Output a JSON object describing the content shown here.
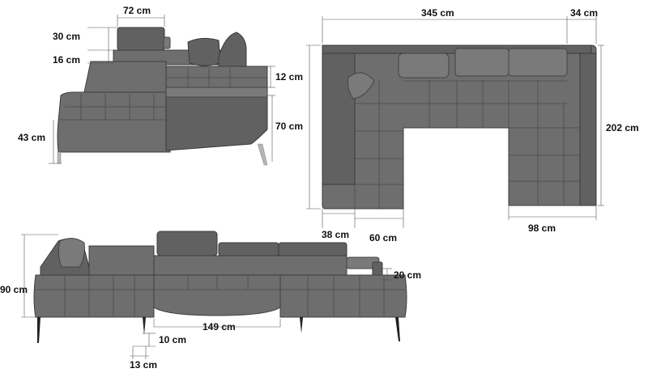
{
  "dimensions": {
    "side_headrest_width": "72 cm",
    "side_headrest_height": "30 cm",
    "side_headrest_drop": "16 cm",
    "side_backrest_top": "12 cm",
    "side_seat_height": "43 cm",
    "side_total_height": "70 cm",
    "top_width": "345 cm",
    "top_arm_depth": "34 cm",
    "top_total_depth": "202 cm",
    "top_arm_width": "38 cm",
    "top_seat_depth": "60 cm",
    "top_chaise_width": "98 cm",
    "front_total_height": "90 cm",
    "front_headrest_height": "20 cm",
    "front_middle_width": "149 cm",
    "front_leg_height": "10 cm",
    "front_leg_offset": "13 cm"
  },
  "colors": {
    "fabric": "#6e6e6e",
    "fabric_dark": "#3d3d3d",
    "dimension_line": "#555555",
    "leg": "#b5b5b5",
    "background": "#ffffff"
  }
}
